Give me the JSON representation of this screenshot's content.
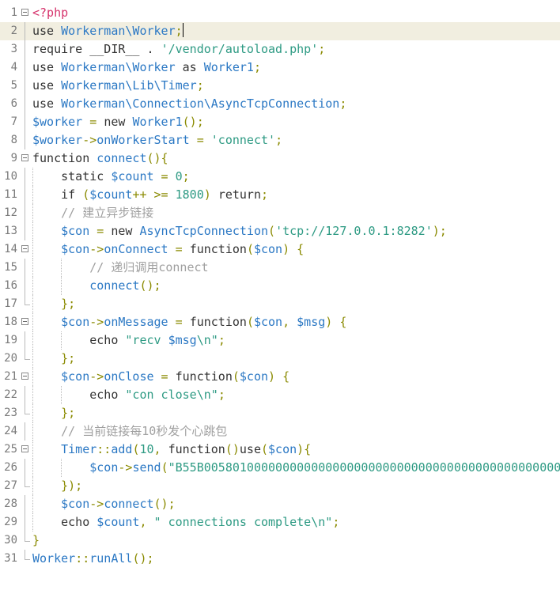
{
  "editor": {
    "lines": [
      [
        {
          "t": "<?php",
          "c": "tag"
        }
      ],
      [
        {
          "t": "use ",
          "c": "kw"
        },
        {
          "t": "Workerman\\Worker",
          "c": "cls"
        },
        {
          "t": ";",
          "c": "pun"
        }
      ],
      [
        {
          "t": "require __DIR__ . ",
          "c": "kw"
        },
        {
          "t": "'/vendor/autoload.php'",
          "c": "str"
        },
        {
          "t": ";",
          "c": "pun"
        }
      ],
      [
        {
          "t": "use ",
          "c": "kw"
        },
        {
          "t": "Workerman\\Worker",
          "c": "cls"
        },
        {
          "t": " as ",
          "c": "kw"
        },
        {
          "t": "Worker1",
          "c": "cls"
        },
        {
          "t": ";",
          "c": "pun"
        }
      ],
      [
        {
          "t": "use ",
          "c": "kw"
        },
        {
          "t": "Workerman\\Lib\\Timer",
          "c": "cls"
        },
        {
          "t": ";",
          "c": "pun"
        }
      ],
      [
        {
          "t": "use ",
          "c": "kw"
        },
        {
          "t": "Workerman\\Connection\\AsyncTcpConnection",
          "c": "cls"
        },
        {
          "t": ";",
          "c": "pun"
        }
      ],
      [
        {
          "t": "$worker",
          "c": "var"
        },
        {
          "t": " = ",
          "c": "op"
        },
        {
          "t": "new ",
          "c": "kw"
        },
        {
          "t": "Worker1",
          "c": "cls"
        },
        {
          "t": "();",
          "c": "pun"
        }
      ],
      [
        {
          "t": "$worker",
          "c": "var"
        },
        {
          "t": "->",
          "c": "op"
        },
        {
          "t": "onWorkerStart",
          "c": "fn"
        },
        {
          "t": " = ",
          "c": "op"
        },
        {
          "t": "'connect'",
          "c": "str"
        },
        {
          "t": ";",
          "c": "pun"
        }
      ],
      [
        {
          "t": "function ",
          "c": "kw"
        },
        {
          "t": "connect",
          "c": "fn"
        },
        {
          "t": "(){",
          "c": "pun"
        }
      ],
      [
        {
          "t": "    static ",
          "c": "kw"
        },
        {
          "t": "$count",
          "c": "var"
        },
        {
          "t": " = ",
          "c": "op"
        },
        {
          "t": "0",
          "c": "num-lit"
        },
        {
          "t": ";",
          "c": "pun"
        }
      ],
      [
        {
          "t": "    if ",
          "c": "kw"
        },
        {
          "t": "(",
          "c": "pun"
        },
        {
          "t": "$count",
          "c": "var"
        },
        {
          "t": "++ >= ",
          "c": "op"
        },
        {
          "t": "1800",
          "c": "num-lit"
        },
        {
          "t": ") ",
          "c": "pun"
        },
        {
          "t": "return",
          "c": "kw"
        },
        {
          "t": ";",
          "c": "pun"
        }
      ],
      [
        {
          "t": "    // 建立异步链接",
          "c": "cmt"
        }
      ],
      [
        {
          "t": "    ",
          "c": "kw"
        },
        {
          "t": "$con",
          "c": "var"
        },
        {
          "t": " = ",
          "c": "op"
        },
        {
          "t": "new ",
          "c": "kw"
        },
        {
          "t": "AsyncTcpConnection",
          "c": "cls"
        },
        {
          "t": "(",
          "c": "pun"
        },
        {
          "t": "'tcp://127.0.0.1:8282'",
          "c": "str"
        },
        {
          "t": ");",
          "c": "pun"
        }
      ],
      [
        {
          "t": "    ",
          "c": "kw"
        },
        {
          "t": "$con",
          "c": "var"
        },
        {
          "t": "->",
          "c": "op"
        },
        {
          "t": "onConnect",
          "c": "fn"
        },
        {
          "t": " = ",
          "c": "op"
        },
        {
          "t": "function",
          "c": "kw"
        },
        {
          "t": "(",
          "c": "pun"
        },
        {
          "t": "$con",
          "c": "var"
        },
        {
          "t": ") {",
          "c": "pun"
        }
      ],
      [
        {
          "t": "        // 递归调用connect",
          "c": "cmt"
        }
      ],
      [
        {
          "t": "        ",
          "c": "kw"
        },
        {
          "t": "connect",
          "c": "fn"
        },
        {
          "t": "();",
          "c": "pun"
        }
      ],
      [
        {
          "t": "    };",
          "c": "pun"
        }
      ],
      [
        {
          "t": "    ",
          "c": "kw"
        },
        {
          "t": "$con",
          "c": "var"
        },
        {
          "t": "->",
          "c": "op"
        },
        {
          "t": "onMessage",
          "c": "fn"
        },
        {
          "t": " = ",
          "c": "op"
        },
        {
          "t": "function",
          "c": "kw"
        },
        {
          "t": "(",
          "c": "pun"
        },
        {
          "t": "$con",
          "c": "var"
        },
        {
          "t": ", ",
          "c": "pun"
        },
        {
          "t": "$msg",
          "c": "var"
        },
        {
          "t": ") {",
          "c": "pun"
        }
      ],
      [
        {
          "t": "        echo ",
          "c": "kw"
        },
        {
          "t": "\"recv ",
          "c": "str"
        },
        {
          "t": "$msg",
          "c": "var"
        },
        {
          "t": "\\n\"",
          "c": "str"
        },
        {
          "t": ";",
          "c": "pun"
        }
      ],
      [
        {
          "t": "    };",
          "c": "pun"
        }
      ],
      [
        {
          "t": "    ",
          "c": "kw"
        },
        {
          "t": "$con",
          "c": "var"
        },
        {
          "t": "->",
          "c": "op"
        },
        {
          "t": "onClose",
          "c": "fn"
        },
        {
          "t": " = ",
          "c": "op"
        },
        {
          "t": "function",
          "c": "kw"
        },
        {
          "t": "(",
          "c": "pun"
        },
        {
          "t": "$con",
          "c": "var"
        },
        {
          "t": ") {",
          "c": "pun"
        }
      ],
      [
        {
          "t": "        echo ",
          "c": "kw"
        },
        {
          "t": "\"con close\\n\"",
          "c": "str"
        },
        {
          "t": ";",
          "c": "pun"
        }
      ],
      [
        {
          "t": "    };",
          "c": "pun"
        }
      ],
      [
        {
          "t": "    // 当前链接每10秒发个心跳包",
          "c": "cmt"
        }
      ],
      [
        {
          "t": "    ",
          "c": "kw"
        },
        {
          "t": "Timer",
          "c": "cls"
        },
        {
          "t": "::",
          "c": "op"
        },
        {
          "t": "add",
          "c": "fn"
        },
        {
          "t": "(",
          "c": "pun"
        },
        {
          "t": "10",
          "c": "num-lit"
        },
        {
          "t": ", ",
          "c": "pun"
        },
        {
          "t": "function",
          "c": "kw"
        },
        {
          "t": "()",
          "c": "pun"
        },
        {
          "t": "use",
          "c": "kw"
        },
        {
          "t": "(",
          "c": "pun"
        },
        {
          "t": "$con",
          "c": "var"
        },
        {
          "t": "){",
          "c": "pun"
        }
      ],
      [
        {
          "t": "        ",
          "c": "kw"
        },
        {
          "t": "$con",
          "c": "var"
        },
        {
          "t": "->",
          "c": "op"
        },
        {
          "t": "send",
          "c": "fn"
        },
        {
          "t": "(",
          "c": "pun"
        },
        {
          "t": "\"B55B00580100000000000000000000000000000000000000000000",
          "c": "str"
        }
      ],
      [
        {
          "t": "    });",
          "c": "pun"
        }
      ],
      [
        {
          "t": "    ",
          "c": "kw"
        },
        {
          "t": "$con",
          "c": "var"
        },
        {
          "t": "->",
          "c": "op"
        },
        {
          "t": "connect",
          "c": "fn"
        },
        {
          "t": "();",
          "c": "pun"
        }
      ],
      [
        {
          "t": "    echo ",
          "c": "kw"
        },
        {
          "t": "$count",
          "c": "var"
        },
        {
          "t": ", ",
          "c": "pun"
        },
        {
          "t": "\" connections complete\\n\"",
          "c": "str"
        },
        {
          "t": ";",
          "c": "pun"
        }
      ],
      [
        {
          "t": "}",
          "c": "pun"
        }
      ],
      [
        {
          "t": "Worker",
          "c": "cls"
        },
        {
          "t": "::",
          "c": "op"
        },
        {
          "t": "runAll",
          "c": "fn"
        },
        {
          "t": "();",
          "c": "pun"
        }
      ]
    ],
    "line_numbers": [
      "1",
      "2",
      "3",
      "4",
      "5",
      "6",
      "7",
      "8",
      "9",
      "10",
      "11",
      "12",
      "13",
      "14",
      "15",
      "16",
      "17",
      "18",
      "19",
      "20",
      "21",
      "22",
      "23",
      "24",
      "25",
      "26",
      "27",
      "28",
      "29",
      "30",
      "31"
    ],
    "active_line": 2,
    "fold_markers": {
      "1": "open",
      "9": "open",
      "14": "open",
      "18": "open",
      "21": "open",
      "25": "open"
    },
    "fold_ends": [
      "17",
      "20",
      "23",
      "27",
      "30",
      "31"
    ]
  }
}
